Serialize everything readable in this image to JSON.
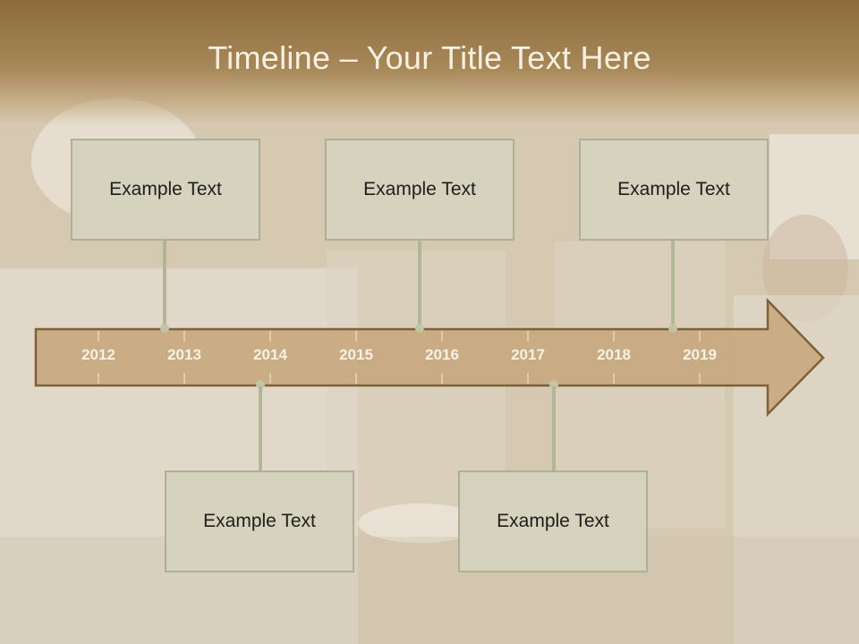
{
  "title": "Timeline – Your Title Text Here",
  "years": [
    "2012",
    "2013",
    "2014",
    "2015",
    "2016",
    "2017",
    "2018",
    "2019"
  ],
  "events_top": [
    {
      "label": "Example Text"
    },
    {
      "label": "Example Text"
    },
    {
      "label": "Example Text"
    }
  ],
  "events_bottom": [
    {
      "label": "Example Text"
    },
    {
      "label": "Example Text"
    }
  ],
  "colors": {
    "header": "#8c6a3c",
    "arrow_fill": "#c9ab82",
    "arrow_stroke": "#7a5a32",
    "box_fill": "#d5d3bd",
    "connector": "#b3b597"
  }
}
